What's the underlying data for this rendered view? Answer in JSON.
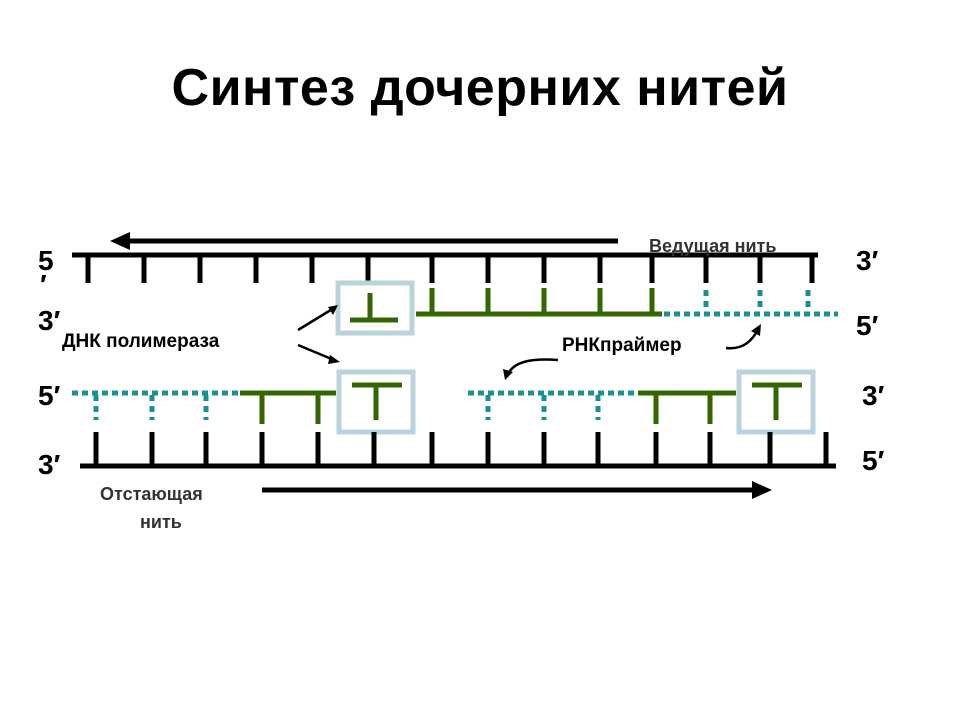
{
  "slide": {
    "title": "Синтез дочерних нитей"
  },
  "labels": {
    "leading_strand": "Ведущая нить",
    "dna_polymerase": "ДНК полимераза",
    "rna_primer": "РНКпраймер",
    "lagging_strand_line1": "Отстающая",
    "lagging_strand_line2": "нить"
  },
  "strand_ends": {
    "row1_left": "5",
    "row1_left_mark": "′",
    "row1_right": "3′",
    "row2_left": "3′",
    "row2_right": "5′",
    "row3_left": "5′",
    "row3_right": "3′",
    "row4_left": "3′",
    "row4_right": "5′"
  },
  "colors": {
    "template_strand": "#000000",
    "new_dna": "#336600",
    "rna_primer": "#1a9090",
    "polymerase_box": "#b9d3dc"
  }
}
